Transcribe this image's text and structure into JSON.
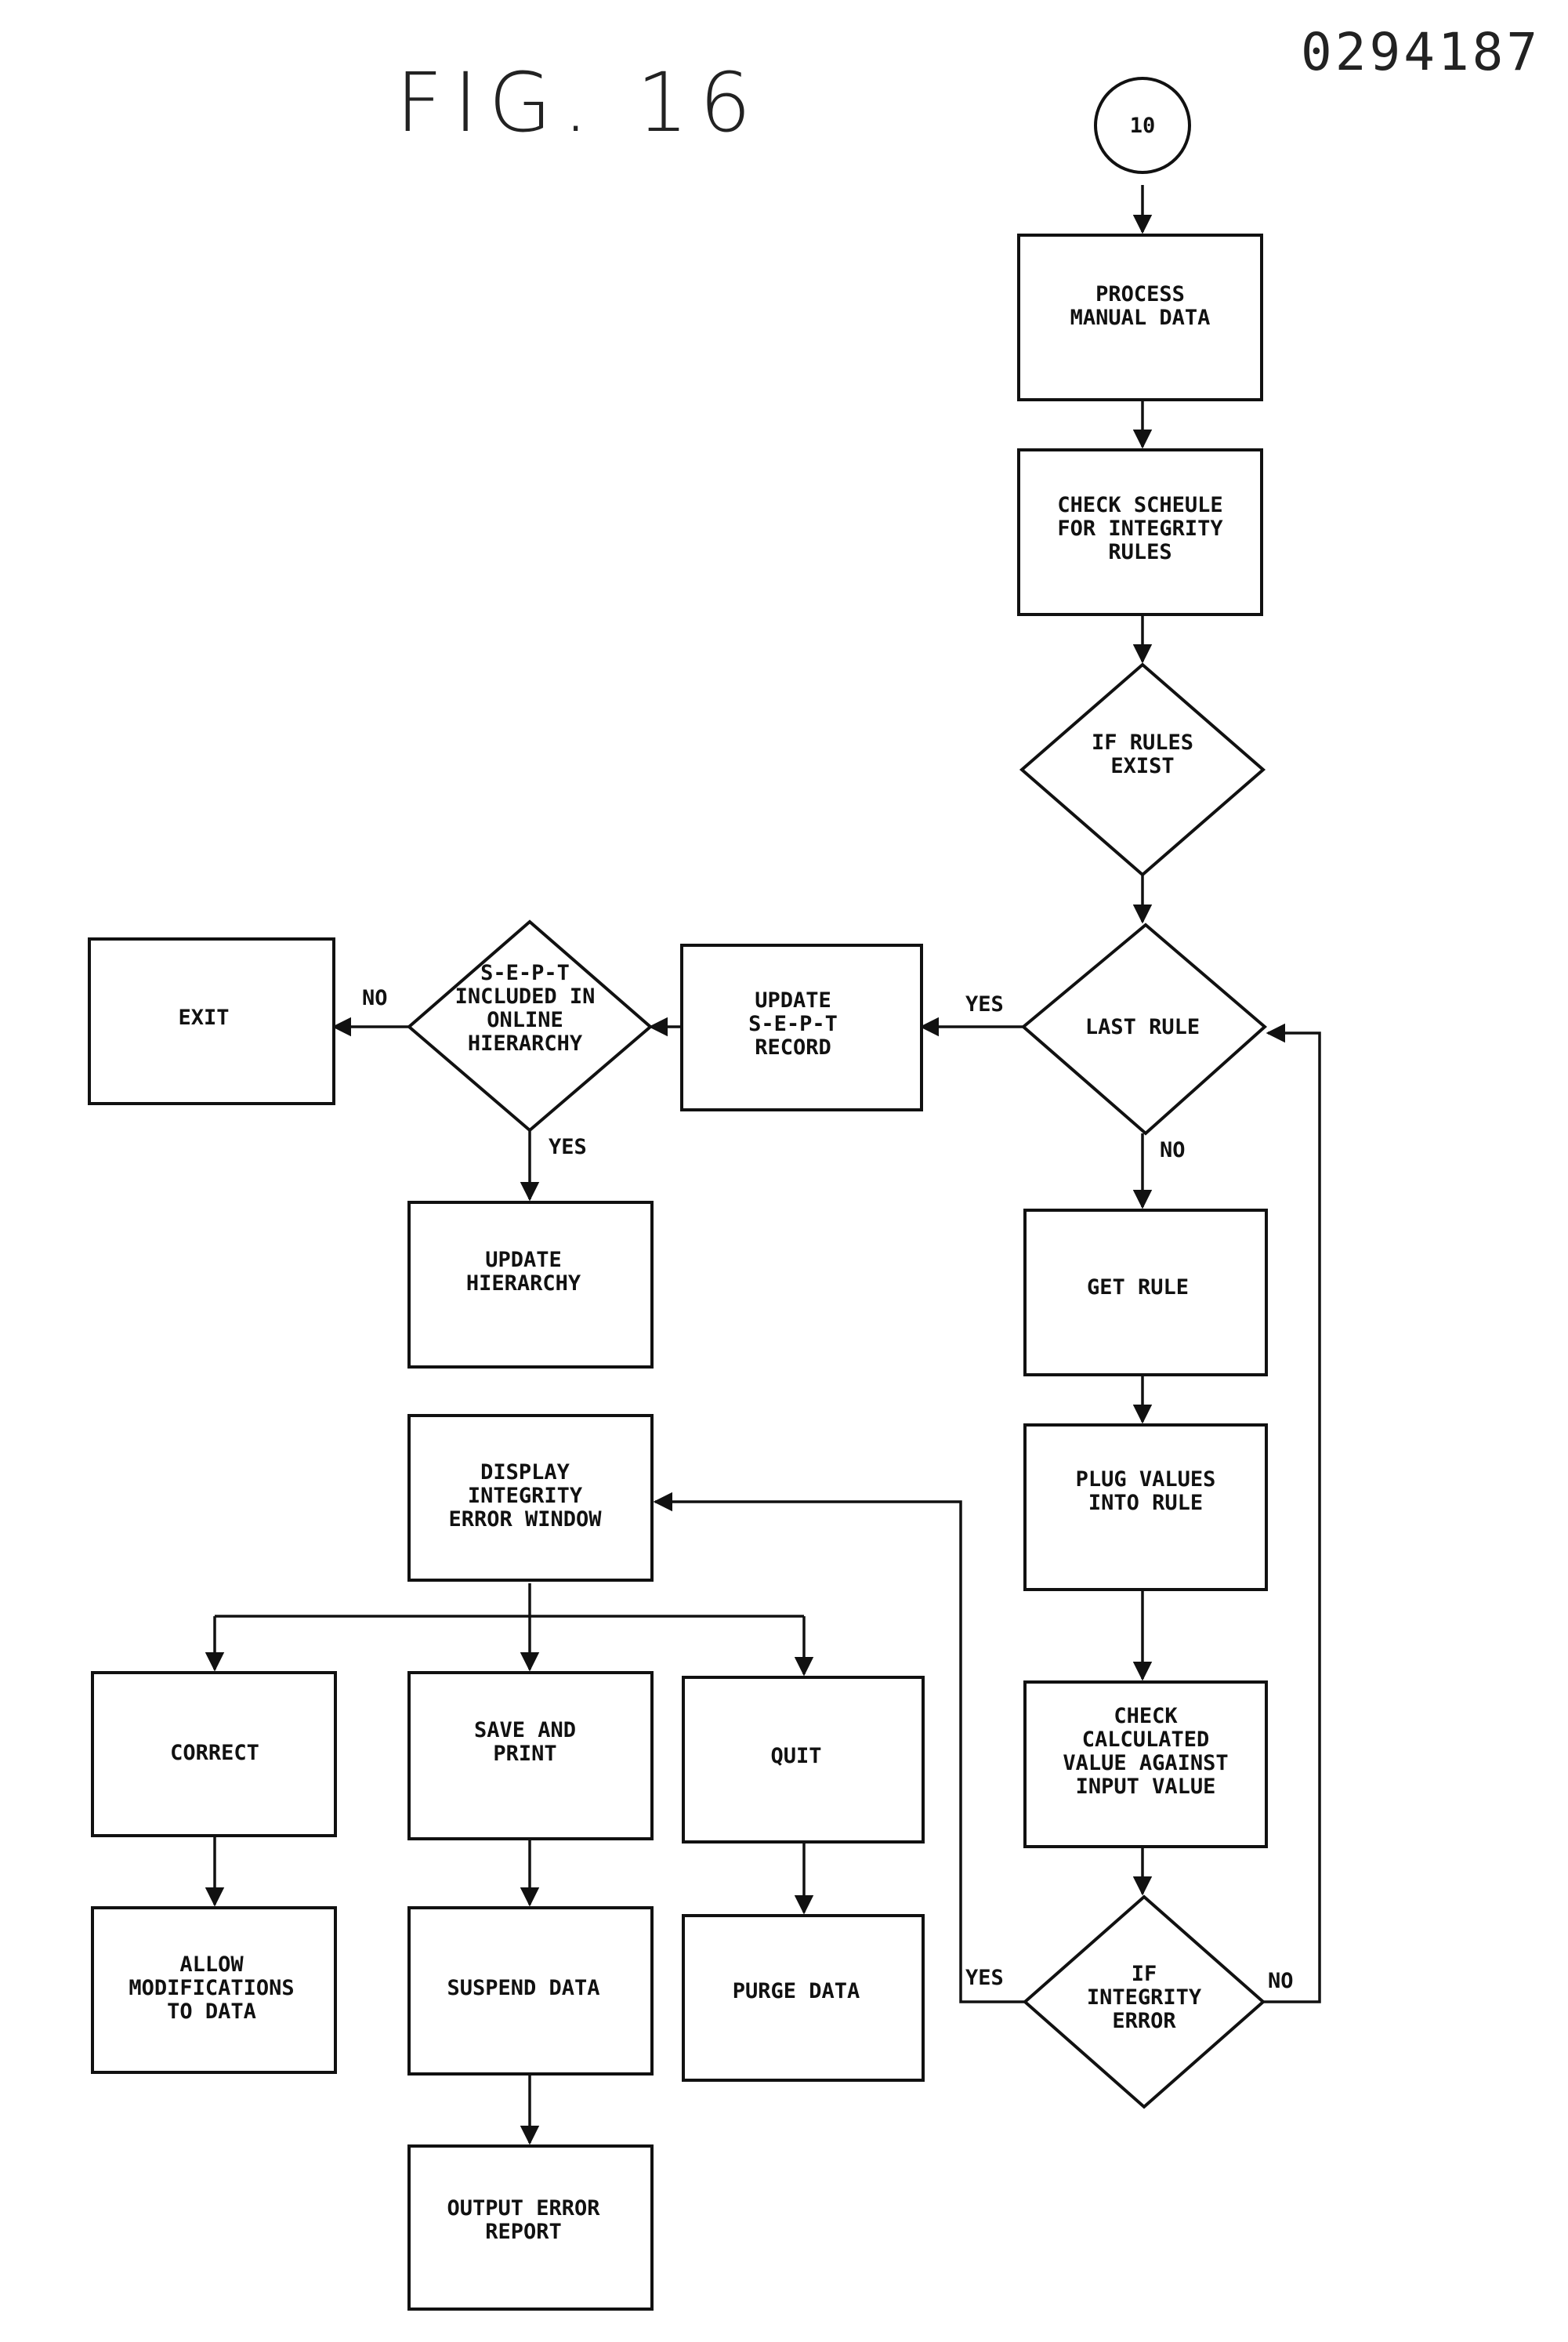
{
  "header": {
    "figure_title": "FIG. 16",
    "document_number": "0294187"
  },
  "nodes": {
    "connector": "10",
    "process_manual": "PROCESS\nMANUAL DATA",
    "check_schedule": "CHECK SCHEULE\nFOR INTEGRITY\nRULES",
    "if_rules_exist": "IF RULES\nEXIST",
    "last_rule": "LAST RULE",
    "update_sept_record": "UPDATE\nS-E-P-T\nRECORD",
    "sept_included": "S-E-P-T\nINCLUDED IN\nONLINE\nHIERARCHY",
    "exit": "EXIT",
    "update_hierarchy": "UPDATE\nHIERARCHY",
    "get_rule": "GET RULE",
    "plug_values": "PLUG VALUES\nINTO RULE",
    "check_calculated": "CHECK\nCALCULATED\nVALUE AGAINST\nINPUT VALUE",
    "if_integrity_error": "IF\nINTEGRITY\nERROR",
    "display_window": "DISPLAY\nINTEGRITY\nERROR WINDOW",
    "correct": "CORRECT",
    "save_and_print": "SAVE AND\nPRINT",
    "quit": "QUIT",
    "allow_modifications": "ALLOW\nMODIFICATIONS\nTO DATA",
    "suspend_data": "SUSPEND DATA",
    "purge_data": "PURGE DATA",
    "output_error_report": "OUTPUT ERROR\nREPORT"
  },
  "edge_labels": {
    "last_rule_yes": "YES",
    "last_rule_no": "NO",
    "sept_no": "NO",
    "sept_yes": "YES",
    "integrity_yes": "YES",
    "integrity_no": "NO"
  }
}
